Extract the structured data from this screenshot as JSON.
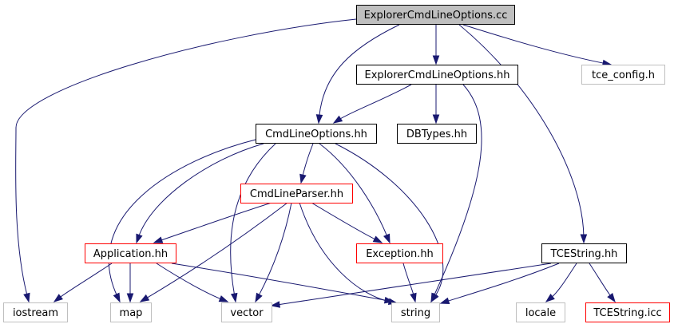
{
  "diagram": {
    "colors": {
      "root_fill": "#bfbfbf",
      "root_border": "#000000",
      "documented_border": "#000000",
      "undocumented_border": "#bfbfbf",
      "incomplete_border": "#ff0000",
      "edge": "#191970"
    },
    "nodes": [
      {
        "id": "explorer-cc",
        "label": "ExplorerCmdLineOptions.cc",
        "kind": "root"
      },
      {
        "id": "explorer-hh",
        "label": "ExplorerCmdLineOptions.hh",
        "kind": "documented"
      },
      {
        "id": "tce-config",
        "label": "tce_config.h",
        "kind": "undocumented"
      },
      {
        "id": "cmdlineoptions-hh",
        "label": "CmdLineOptions.hh",
        "kind": "documented"
      },
      {
        "id": "dbtypes-hh",
        "label": "DBTypes.hh",
        "kind": "documented"
      },
      {
        "id": "cmdlineparser-hh",
        "label": "CmdLineParser.hh",
        "kind": "incomplete"
      },
      {
        "id": "application-hh",
        "label": "Application.hh",
        "kind": "incomplete"
      },
      {
        "id": "exception-hh",
        "label": "Exception.hh",
        "kind": "incomplete"
      },
      {
        "id": "tcestring-hh",
        "label": "TCEString.hh",
        "kind": "documented"
      },
      {
        "id": "iostream",
        "label": "iostream",
        "kind": "undocumented"
      },
      {
        "id": "map",
        "label": "map",
        "kind": "undocumented"
      },
      {
        "id": "vector",
        "label": "vector",
        "kind": "undocumented"
      },
      {
        "id": "string",
        "label": "string",
        "kind": "undocumented"
      },
      {
        "id": "locale",
        "label": "locale",
        "kind": "undocumented"
      },
      {
        "id": "tcestring-icc",
        "label": "TCEString.icc",
        "kind": "incomplete"
      }
    ],
    "edges": [
      {
        "from": "explorer-cc",
        "to": "iostream"
      },
      {
        "from": "explorer-cc",
        "to": "cmdlineoptions-hh"
      },
      {
        "from": "explorer-cc",
        "to": "explorer-hh"
      },
      {
        "from": "explorer-cc",
        "to": "tce-config"
      },
      {
        "from": "explorer-cc",
        "to": "tcestring-hh"
      },
      {
        "from": "explorer-hh",
        "to": "cmdlineoptions-hh"
      },
      {
        "from": "explorer-hh",
        "to": "dbtypes-hh"
      },
      {
        "from": "explorer-hh",
        "to": "string"
      },
      {
        "from": "cmdlineoptions-hh",
        "to": "map"
      },
      {
        "from": "cmdlineoptions-hh",
        "to": "application-hh"
      },
      {
        "from": "cmdlineoptions-hh",
        "to": "vector"
      },
      {
        "from": "cmdlineoptions-hh",
        "to": "cmdlineparser-hh"
      },
      {
        "from": "cmdlineoptions-hh",
        "to": "exception-hh"
      },
      {
        "from": "cmdlineoptions-hh",
        "to": "string"
      },
      {
        "from": "cmdlineparser-hh",
        "to": "application-hh"
      },
      {
        "from": "cmdlineparser-hh",
        "to": "map"
      },
      {
        "from": "cmdlineparser-hh",
        "to": "vector"
      },
      {
        "from": "cmdlineparser-hh",
        "to": "exception-hh"
      },
      {
        "from": "cmdlineparser-hh",
        "to": "string"
      },
      {
        "from": "application-hh",
        "to": "iostream"
      },
      {
        "from": "application-hh",
        "to": "map"
      },
      {
        "from": "application-hh",
        "to": "vector"
      },
      {
        "from": "application-hh",
        "to": "string"
      },
      {
        "from": "exception-hh",
        "to": "string"
      },
      {
        "from": "tcestring-hh",
        "to": "vector"
      },
      {
        "from": "tcestring-hh",
        "to": "string"
      },
      {
        "from": "tcestring-hh",
        "to": "locale"
      },
      {
        "from": "tcestring-hh",
        "to": "tcestring-icc"
      }
    ]
  }
}
